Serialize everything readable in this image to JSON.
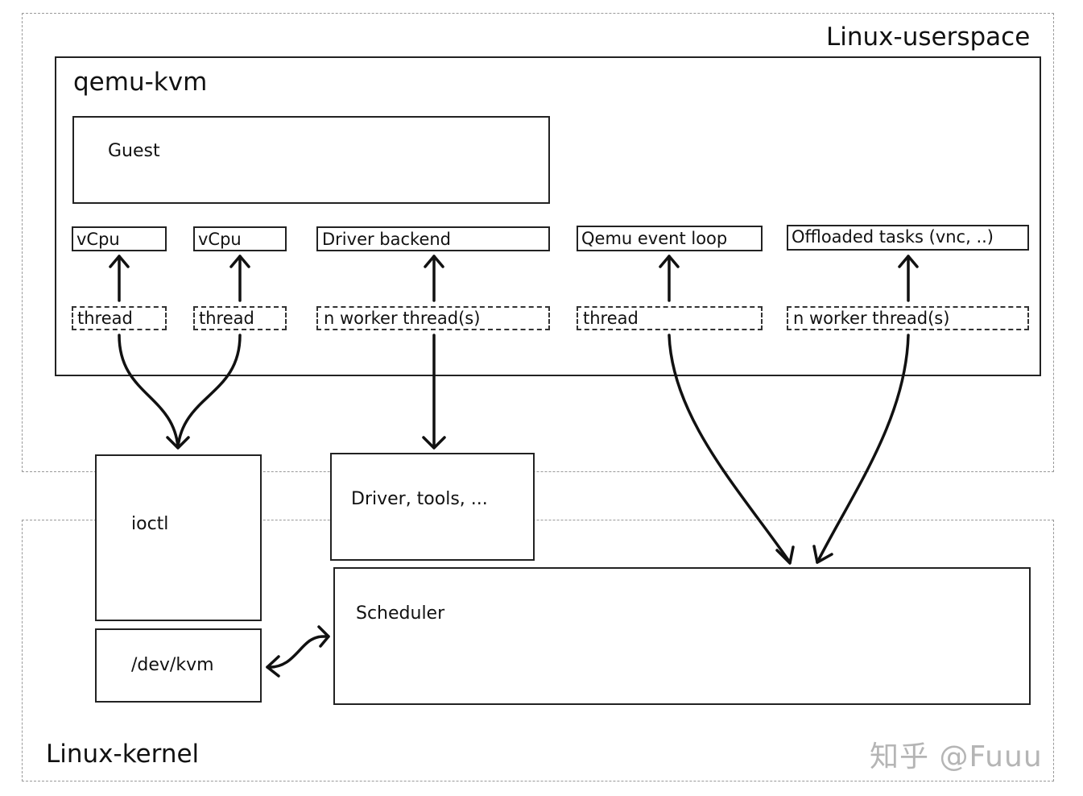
{
  "regions": {
    "userspace": {
      "label": "Linux-userspace"
    },
    "kernel": {
      "label": "Linux-kernel"
    }
  },
  "qemu": {
    "label": "qemu-kvm",
    "guest": {
      "label": "Guest"
    },
    "components": [
      {
        "label": "vCpu",
        "thread_label": "thread"
      },
      {
        "label": "vCpu",
        "thread_label": "thread"
      },
      {
        "label": "Driver backend",
        "thread_label": "n worker thread(s)"
      },
      {
        "label": "Qemu event loop",
        "thread_label": "thread"
      },
      {
        "label": "Offloaded tasks (vnc, ..)",
        "thread_label": "n worker thread(s)"
      }
    ]
  },
  "kernel": {
    "ioctl": {
      "label": "ioctl"
    },
    "dev_kvm": {
      "label": "/dev/kvm"
    },
    "driver_tools": {
      "label": "Driver, tools, ..."
    },
    "scheduler": {
      "label": "Scheduler"
    }
  },
  "connections": [
    {
      "from": "thread (vCpu 1)",
      "to": "vCpu 1",
      "type": "arrow"
    },
    {
      "from": "thread (vCpu 2)",
      "to": "vCpu 2",
      "type": "arrow"
    },
    {
      "from": "n worker thread(s)",
      "to": "Driver backend",
      "type": "arrow"
    },
    {
      "from": "thread",
      "to": "Qemu event loop",
      "type": "arrow"
    },
    {
      "from": "n worker thread(s)",
      "to": "Offloaded tasks (vnc, ..)",
      "type": "arrow"
    },
    {
      "from": "thread (vCpu 1)",
      "to": "ioctl",
      "type": "arrow"
    },
    {
      "from": "thread (vCpu 2)",
      "to": "ioctl",
      "type": "arrow"
    },
    {
      "from": "n worker thread(s)",
      "to": "Driver, tools, ...",
      "type": "arrow"
    },
    {
      "from": "thread (event loop)",
      "to": "Scheduler",
      "type": "arrow"
    },
    {
      "from": "n worker thread(s) (offloaded)",
      "to": "Scheduler",
      "type": "arrow"
    },
    {
      "from": "/dev/kvm",
      "to": "Scheduler",
      "type": "bidirectional"
    }
  ],
  "watermark": "知乎 @Fuuu"
}
